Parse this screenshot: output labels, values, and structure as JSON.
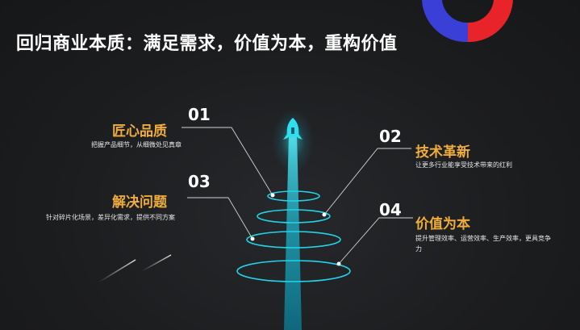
{
  "title": "回归商业本质：满足需求，价值为本，重构价值",
  "items": [
    {
      "number": "01",
      "heading": "匠心品质",
      "desc": "把握产品细节，从细微处见真章"
    },
    {
      "number": "02",
      "heading": "技术革新",
      "desc": "让更多行业能享受技术带来的红利"
    },
    {
      "number": "03",
      "heading": "解决问题",
      "desc": "针对碎片化场景，差异化需求，提供不同方案"
    },
    {
      "number": "04",
      "heading": "价值为本",
      "desc": "提升管理效率、运营效率、生产效率，更具竞争力"
    }
  ],
  "colors": {
    "accent_orange": "#f0ad3d",
    "accent_cyan": "#22d3e6",
    "deco_red": "#e8232a",
    "deco_blue": "#3a3fd8",
    "background": "#1b1c1e"
  },
  "icons": [
    "rocket-icon",
    "ring-decoration"
  ]
}
